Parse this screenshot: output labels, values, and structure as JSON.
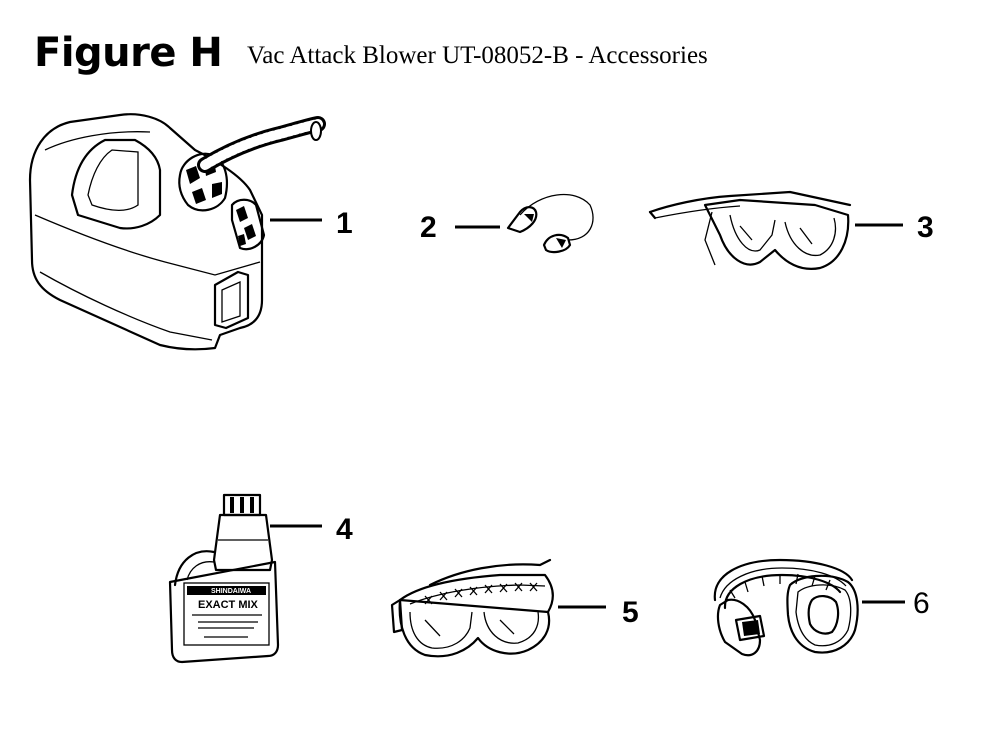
{
  "figure": {
    "label": "Figure H",
    "title": "Vac Attack Blower UT-08052-B - Accessories"
  },
  "parts": [
    {
      "number": "1",
      "icon": "fuel-can-icon"
    },
    {
      "number": "2",
      "icon": "earplugs-icon"
    },
    {
      "number": "3",
      "icon": "safety-glasses-icon"
    },
    {
      "number": "4",
      "icon": "oil-bottle-icon"
    },
    {
      "number": "5",
      "icon": "safety-goggles-icon"
    },
    {
      "number": "6",
      "icon": "ear-muffs-icon"
    }
  ],
  "bottle_label": {
    "brand": "SHINDAIWA",
    "product": "EXACT MIX"
  }
}
